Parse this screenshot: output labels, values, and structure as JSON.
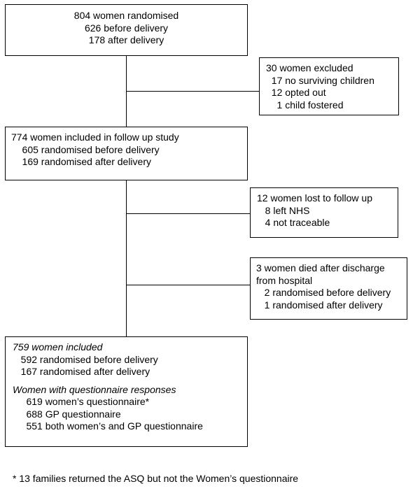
{
  "randomised": {
    "lines": [
      "804 women randomised",
      "626 before delivery",
      "178 after delivery"
    ]
  },
  "excluded": {
    "lines": [
      "30 women excluded",
      "  17 no surviving children",
      "  12 opted out",
      "    1 child fostered"
    ]
  },
  "included_followup": {
    "lines": [
      "774 women included in follow up study",
      "    605 randomised before delivery",
      "    169 randomised after delivery"
    ]
  },
  "lost_followup": {
    "lines": [
      "12 women lost to follow up",
      "   8 left NHS",
      "   4 not traceable"
    ]
  },
  "died": {
    "lines": [
      "3 women died after discharge",
      "from hospital",
      "   2 randomised before delivery",
      "   1 randomised after delivery"
    ]
  },
  "final": {
    "included_heading": "759 women included",
    "included_lines": [
      "   592 randomised before delivery",
      "   167 randomised after delivery"
    ],
    "responses_heading": "Women with questionnaire responses",
    "response_lines": [
      "     619 women’s questionnaire*",
      "     688 GP questionnaire",
      "     551 both women’s and GP questionnaire"
    ]
  },
  "footnote": "* 13 families returned the ASQ but not the Women’s questionnaire"
}
